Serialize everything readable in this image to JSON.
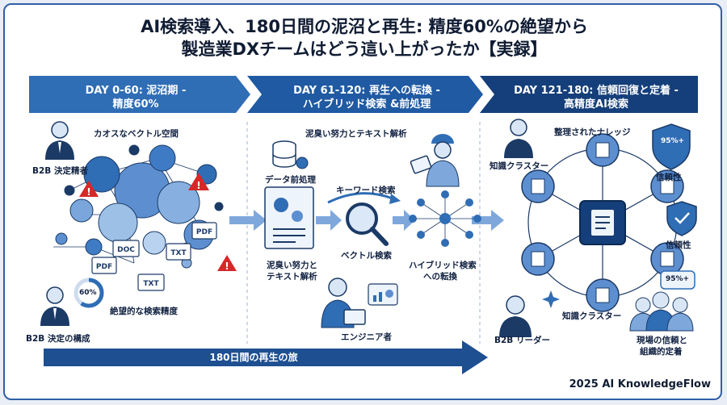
{
  "title": {
    "line1": "AI検索導入、180日間の泥沼と再生: 精度60%の絶望から",
    "line2": "製造業DXチームはどう這い上がったか【実録】"
  },
  "phases": [
    {
      "line1": "DAY 0-60: 泥沼期 -",
      "line2": "精度60%"
    },
    {
      "line1": "DAY 61-120: 再生への転換 -",
      "line2": "ハイブリッド検索 &前処理"
    },
    {
      "line1": "DAY 121-180: 信頼回復と定着 -",
      "line2": "高精度AI検索"
    }
  ],
  "stage1": {
    "chaos_label": "カオスなベクトル空間",
    "person_top": "B2B 決定精者",
    "person_bottom": "B2B 決定の構成",
    "gauge": "60%",
    "accuracy_label": "絶望的な検索精度",
    "doc_tags": [
      "PDF",
      "DOC",
      "TXT",
      "TXT",
      "PDF"
    ]
  },
  "stage2": {
    "effort_label": "泥臭い努力とテキスト解析",
    "data_prep": "データ前処理",
    "keyword_search": "キーワード検索",
    "vector_search": "ベクトル検索",
    "effort_line1": "泥臭い努力と",
    "effort_line2": "テキスト解析",
    "hybrid_line1": "ハイブリッド検索",
    "hybrid_line2": "への転換",
    "engineer": "エンジニア者"
  },
  "stage3": {
    "knowledge_label": "整理されたナレッジ",
    "cluster_top": "知識クラスター",
    "cluster_bottom": "知識クラスター",
    "trust1": "信頼性",
    "trust2": "信頼性",
    "shield_badge": "95%+",
    "bubble_badge": "95%+",
    "leader": "B2B リーダー",
    "field_line1": "現場の信頼と",
    "field_line2": "組織的定着"
  },
  "journey": "180日間の再生の旅",
  "brand": "2025 AI KnowledgeFlow",
  "colors": {
    "dark_blue": "#1d4f91",
    "mid_blue": "#2f6db5",
    "light_blue": "#9cc0e6",
    "warning": "#d62828"
  }
}
